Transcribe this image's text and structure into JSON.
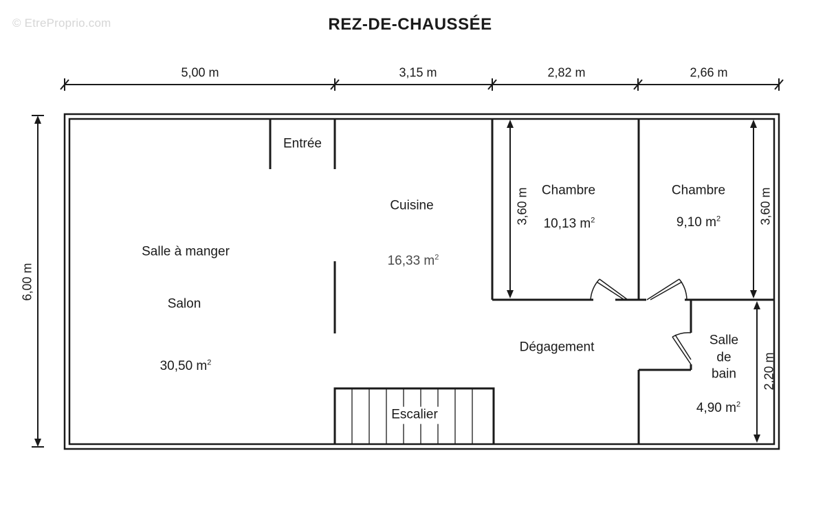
{
  "watermark": "© EtreProprio.com",
  "title": "REZ-DE-CHAUSSÉE",
  "dimensions": {
    "top": [
      "5,00 m",
      "3,15 m",
      "2,82 m",
      "2,66 m"
    ],
    "left_height": "6,00 m",
    "chambre1_height": "3,60 m",
    "chambre2_height": "3,60 m",
    "salle_de_bain_height": "2,20 m"
  },
  "rooms": {
    "entree": {
      "name": "Entrée"
    },
    "cuisine": {
      "name": "Cuisine",
      "area": "16,33 m",
      "area_unit_sup": "2"
    },
    "salle_a_manger": {
      "name": "Salle à manger"
    },
    "salon": {
      "name": "Salon",
      "area": "30,50 m",
      "area_unit_sup": "2"
    },
    "chambre1": {
      "name": "Chambre",
      "area": "10,13 m",
      "area_unit_sup": "2"
    },
    "chambre2": {
      "name": "Chambre",
      "area": "9,10 m",
      "area_unit_sup": "2"
    },
    "degagement": {
      "name": "Dégagement"
    },
    "salle_de_bain": {
      "name_line1": "Salle",
      "name_line2": "de",
      "name_line3": "bain",
      "area": "4,90 m",
      "area_unit_sup": "2"
    },
    "escalier": {
      "name": "Escalier"
    }
  },
  "colors": {
    "wall": "#1a1a1a",
    "background": "#ffffff"
  }
}
